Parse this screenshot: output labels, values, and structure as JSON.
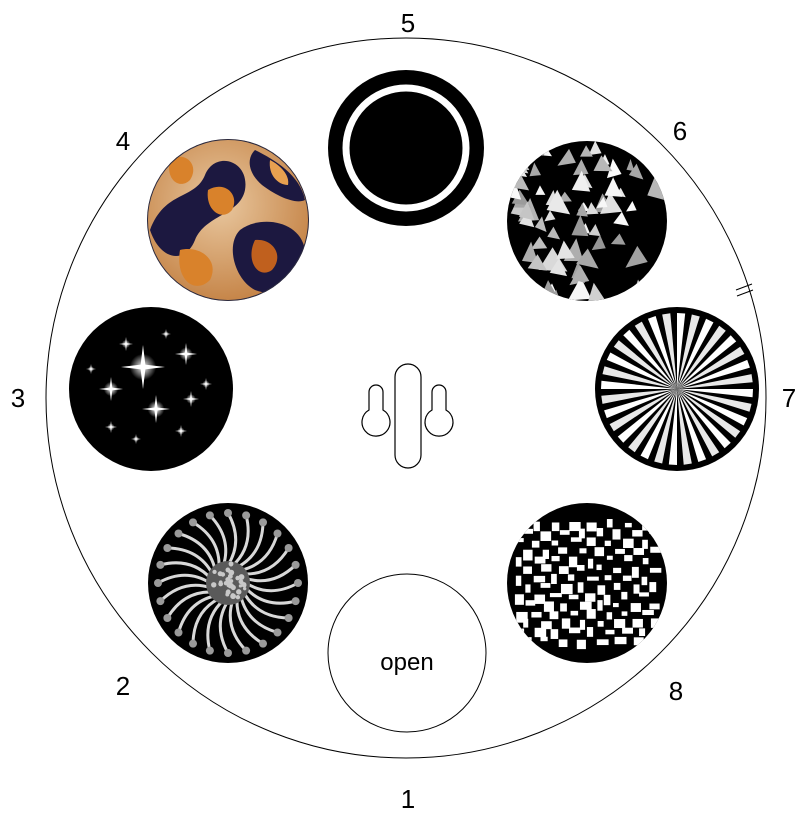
{
  "wheel": {
    "positions": [
      {
        "number": "1",
        "pattern": "open-circle",
        "label": "open"
      },
      {
        "number": "2",
        "pattern": "sun-swirl-gobo"
      },
      {
        "number": "3",
        "pattern": "stars-gobo"
      },
      {
        "number": "4",
        "pattern": "orange-marble-gobo"
      },
      {
        "number": "5",
        "pattern": "ring-gobo"
      },
      {
        "number": "6",
        "pattern": "shards-gobo"
      },
      {
        "number": "7",
        "pattern": "radial-rays-gobo"
      },
      {
        "number": "8",
        "pattern": "breakup-gobo"
      }
    ],
    "colors": {
      "outline": "#000000",
      "gobo_background": "#000000",
      "marble_orange": "#d9822b",
      "marble_dark": "#1c1840"
    }
  }
}
